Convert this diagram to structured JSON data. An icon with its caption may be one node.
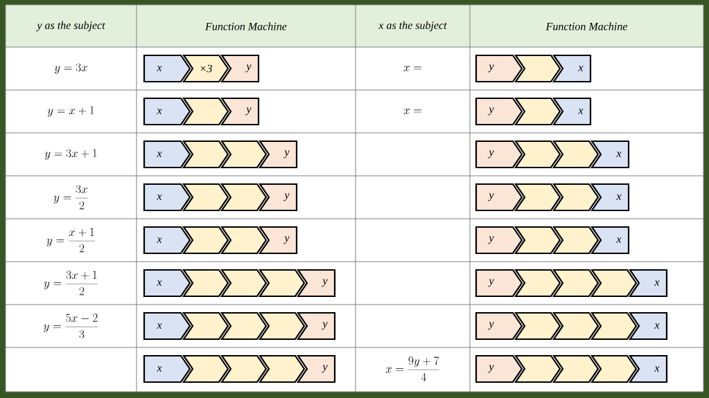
{
  "diagram": {
    "nodes": [
      {
        "text": [
          "x"
        ]
      },
      {
        "text": [
          "×3"
        ]
      },
      {
        "text": [
          "y"
        ]
      },
      {
        "text": [
          "y"
        ]
      },
      {
        "text": [],
        "shape": "chevron"
      },
      {
        "text": [
          "x"
        ]
      },
      {
        "text": [
          "x"
        ]
      },
      {
        "text": [],
        "shape": "chevron"
      },
      {
        "text": [
          "y"
        ]
      },
      {
        "text": [
          "y"
        ]
      },
      {
        "text": [],
        "shape": "chevron"
      },
      {
        "text": [
          "x"
        ]
      },
      {
        "text": [
          "x"
        ]
      },
      {
        "text": [],
        "shape": "chevron"
      },
      {
        "text": [],
        "shape": "chevron"
      },
      {
        "text": [
          "y"
        ]
      },
      {
        "text": [
          "y"
        ]
      },
      {
        "text": [],
        "shape": "chevron"
      },
      {
        "text": [],
        "shape": "chevron"
      },
      {
        "text": [
          "x"
        ]
      },
      {
        "text": [
          "x"
        ]
      },
      {
        "text": [],
        "shape": "chevron"
      },
      {
        "text": [],
        "shape": "chevron"
      },
      {
        "text": [
          "y"
        ]
      },
      {
        "text": [
          "y"
        ]
      },
      {
        "text": [],
        "shape": "chevron"
      },
      {
        "text": [],
        "shape": "chevron"
      },
      {
        "text": [
          "x"
        ]
      },
      {
        "text": [
          "x"
        ]
      },
      {
        "text": [],
        "shape": "chevron"
      },
      {
        "text": [],
        "shape": "chevron"
      },
      {
        "text": [
          "y"
        ]
      },
      {
        "text": [
          "y"
        ]
      },
      {
        "text": [],
        "shape": "chevron"
      },
      {
        "text": [],
        "shape": "chevron"
      },
      {
        "text": [
          "x"
        ]
      },
      {
        "text": [
          "x"
        ]
      },
      {
        "text": [],
        "shape": "chevron"
      },
      {
        "text": [],
        "shape": "chevron"
      },
      {
        "text": [],
        "shape": "chevron"
      },
      {
        "text": [
          "y"
        ]
      },
      {
        "text": [
          "y"
        ]
      },
      {
        "text": [],
        "shape": "chevron"
      },
      {
        "text": [],
        "shape": "chevron"
      },
      {
        "text": [],
        "shape": "chevron"
      },
      {
        "text": [
          "x"
        ]
      },
      {
        "text": [
          "x"
        ]
      },
      {
        "text": [],
        "shape": "chevron"
      },
      {
        "text": [],
        "shape": "chevron"
      },
      {
        "text": [],
        "shape": "chevron"
      },
      {
        "text": [
          "y"
        ]
      },
      {
        "text": [
          "y"
        ]
      },
      {
        "text": [],
        "shape": "chevron"
      },
      {
        "text": [],
        "shape": "chevron"
      },
      {
        "text": [],
        "shape": "chevron"
      },
      {
        "text": [
          "x"
        ]
      },
      {
        "text": [
          "x"
        ]
      },
      {
        "text": [],
        "shape": "chevron"
      },
      {
        "text": [],
        "shape": "chevron"
      },
      {
        "text": [],
        "shape": "chevron"
      },
      {
        "text": [
          "y"
        ]
      },
      {
        "text": [
          "y"
        ]
      },
      {
        "text": [],
        "shape": "chevron"
      },
      {
        "text": [],
        "shape": "chevron"
      },
      {
        "text": [],
        "shape": "chevron"
      },
      {
        "text": [
          "x"
        ]
      }
    ],
    "labels": [
      "*y* as the subject",
      "Function Machine",
      "*x* as the subject",
      "Function Machine",
      "y = 3x",
      "x =",
      "y = x + 1",
      "x =",
      "y = 3x + 1",
      "y = \\frac{3x}{2}",
      "y = \\frac{x + 1}{2}",
      "y = \\frac{3x + 1}{2}",
      "y = \\frac{5x - 2}{3}",
      "x = \\frac{9y + 7}{4}"
    ]
  }
}
